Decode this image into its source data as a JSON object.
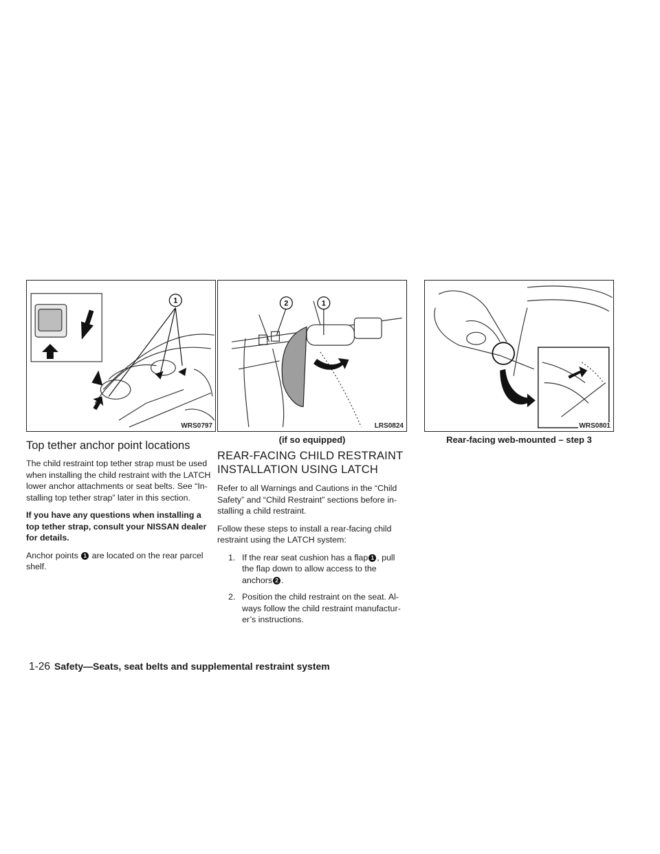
{
  "figures": [
    {
      "code": "WRS0797",
      "caption": "",
      "callouts": [
        "1"
      ]
    },
    {
      "code": "LRS0824",
      "caption": "(if so equipped)",
      "callouts": [
        "2",
        "1"
      ]
    },
    {
      "code": "WRS0801",
      "caption": "Rear-facing web-mounted – step 3",
      "callouts": []
    }
  ],
  "col1": {
    "heading": "Top tether anchor point locations",
    "para1": "The child restraint top tether strap must be used when installing the child restraint with the LATCH lower anchor attachments or seat belts. See “In-stalling top tether strap” later in this section.",
    "para2_bold": "If you have any questions when installing a top tether strap, consult your NISSAN dealer for details.",
    "para3_pre": "Anchor points",
    "para3_marker": "1",
    "para3_post": "are located on the rear parcel shelf."
  },
  "col2": {
    "heading": "REAR-FACING CHILD RESTRAINT INSTALLATION USING LATCH",
    "para1": "Refer to all Warnings and Cautions in the “Child Safety” and “Child Restraint” sections before in-stalling a child restraint.",
    "para2": "Follow these steps to install a rear-facing child restraint using the LATCH system:",
    "step1_num": "1.",
    "step1_a": "If the rear seat cushion has a flap",
    "step1_m1": "1",
    "step1_b": ", pull the flap down to allow access to the anchors",
    "step1_m2": "2",
    "step1_c": ".",
    "step2_num": "2.",
    "step2": "Position the child restraint on the seat. Al-ways follow the child restraint manufactur-er’s instructions."
  },
  "footer": {
    "page": "1-26",
    "title": "Safety—Seats, seat belts and supplemental restraint system"
  }
}
